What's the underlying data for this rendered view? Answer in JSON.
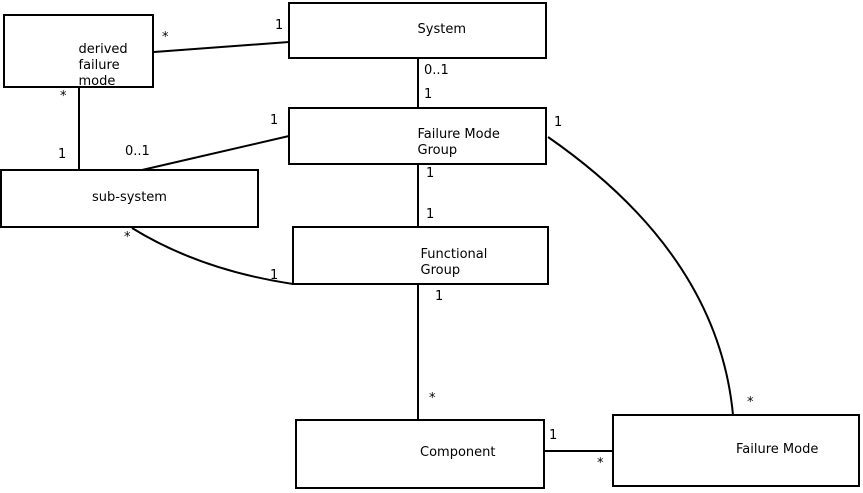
{
  "diagram": {
    "type": "uml-association-diagram",
    "colors": {
      "background": "#ffffff",
      "line": "#000000",
      "text": "#000000"
    },
    "nodes": [
      {
        "id": "derived-failure-mode",
        "label": "derived\nfailure\nmode"
      },
      {
        "id": "system",
        "label": "System"
      },
      {
        "id": "failure-mode-group",
        "label": "Failure Mode\nGroup"
      },
      {
        "id": "sub-system",
        "label": "sub-system"
      },
      {
        "id": "functional-group",
        "label": "Functional\nGroup"
      },
      {
        "id": "component",
        "label": "Component"
      },
      {
        "id": "failure-mode",
        "label": "Failure Mode"
      }
    ],
    "connectors": [
      {
        "id": "derived-failure-mode--system",
        "from": "derived-failure-mode",
        "to": "system",
        "from_label": "*",
        "to_label": "1"
      },
      {
        "id": "derived-failure-mode--sub-system",
        "from": "derived-failure-mode",
        "to": "sub-system",
        "from_label": "*",
        "to_label": "1"
      },
      {
        "id": "system--failure-mode-group",
        "from": "system",
        "to": "failure-mode-group",
        "from_label": "0..1",
        "to_label": "1"
      },
      {
        "id": "sub-system--failure-mode-group",
        "from": "sub-system",
        "to": "failure-mode-group",
        "from_label": "0..1",
        "to_label": "1"
      },
      {
        "id": "failure-mode-group--functional-group",
        "from": "failure-mode-group",
        "to": "functional-group",
        "from_label": "1",
        "to_label": "1"
      },
      {
        "id": "sub-system--functional-group",
        "from": "sub-system",
        "to": "functional-group",
        "from_label": "*",
        "to_label": "1"
      },
      {
        "id": "functional-group--component",
        "from": "functional-group",
        "to": "component",
        "from_label": "1",
        "to_label": "*"
      },
      {
        "id": "component--failure-mode",
        "from": "component",
        "to": "failure-mode",
        "from_label": "1",
        "to_label": "*"
      },
      {
        "id": "failure-mode-group--failure-mode",
        "from": "failure-mode-group",
        "to": "failure-mode",
        "from_label": "1",
        "to_label": "*"
      }
    ]
  }
}
